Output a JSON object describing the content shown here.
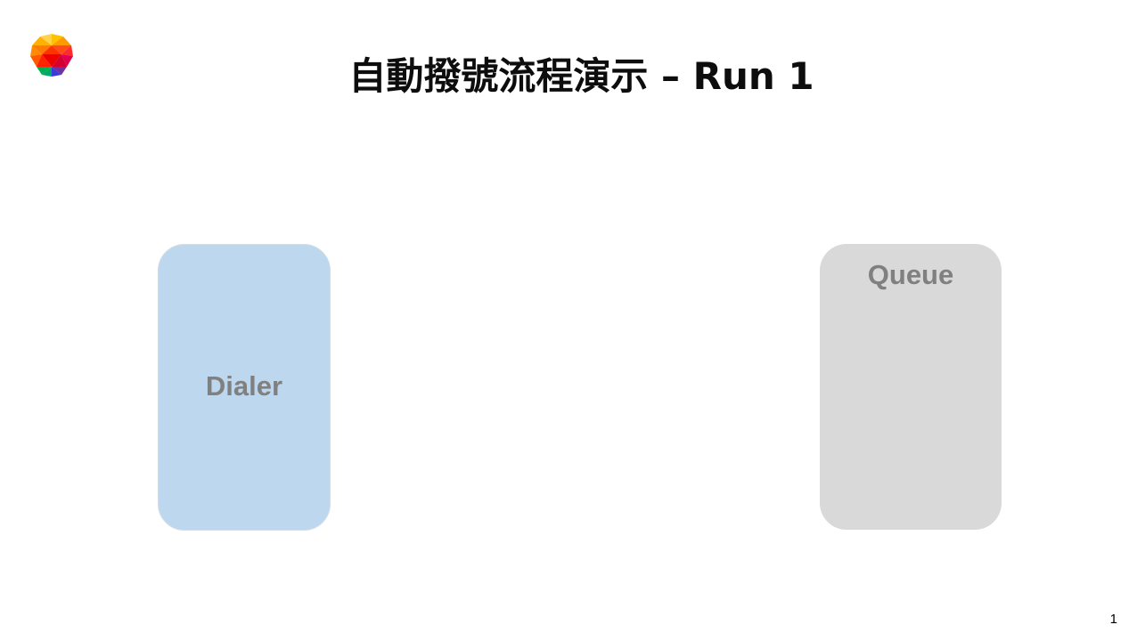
{
  "slide": {
    "title": "自動撥號流程演示 – Run 1",
    "page_number": "1"
  },
  "diagram": {
    "nodes": [
      {
        "id": "dialer",
        "label": "Dialer",
        "fill": "#bdd7ee"
      },
      {
        "id": "queue",
        "label": "Queue",
        "fill": "#d9d9d9"
      }
    ],
    "label_color": "#808080"
  },
  "logo": {
    "icon": "geodesic-sphere-logo",
    "colors": [
      "#ffc000",
      "#ff6a00",
      "#ff0000",
      "#e0004d",
      "#7030a0",
      "#00b050"
    ]
  }
}
